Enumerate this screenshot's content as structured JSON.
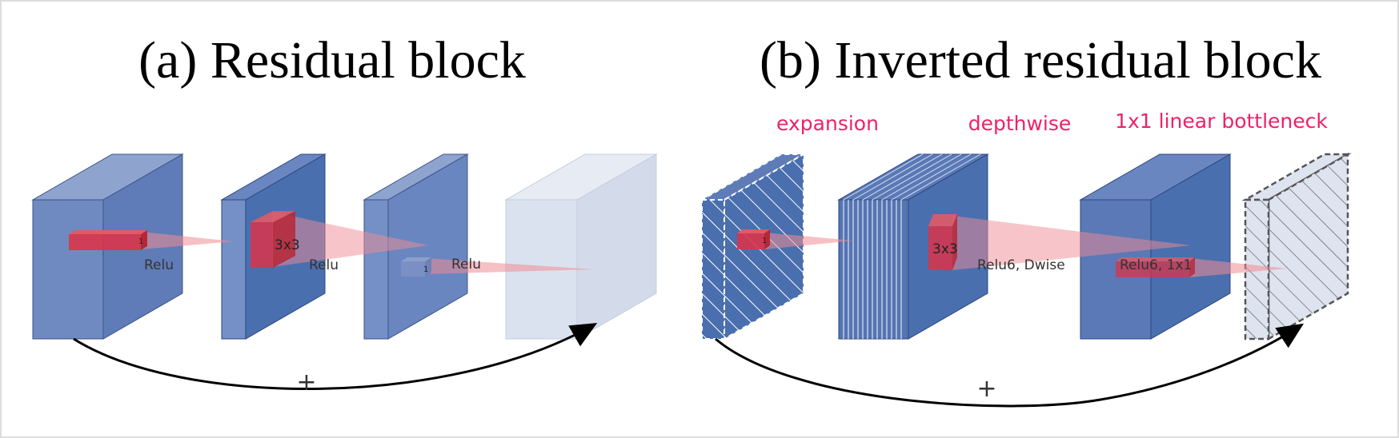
{
  "titles": {
    "a": "(a) Residual block",
    "b": "(b) Inverted residual block"
  },
  "stages_b": {
    "expansion": "expansion",
    "depthwise": "depthwise",
    "bottleneck": "1x1 linear bottleneck"
  },
  "ops_a": [
    "Relu",
    "Relu",
    "Relu"
  ],
  "ops_b": [
    "Relu6, Dwise",
    "Relu6, 1x1"
  ],
  "kernels": {
    "one": "1",
    "three": "3x3"
  },
  "skip_symbol": "+",
  "colors": {
    "block_light": "#6f8ac0",
    "block_dark": "#4a6fae",
    "block_faded": "#dbe2ef",
    "kernel": "#d9344a",
    "beam": "#f08c93",
    "label_pink": "#ee2266"
  }
}
